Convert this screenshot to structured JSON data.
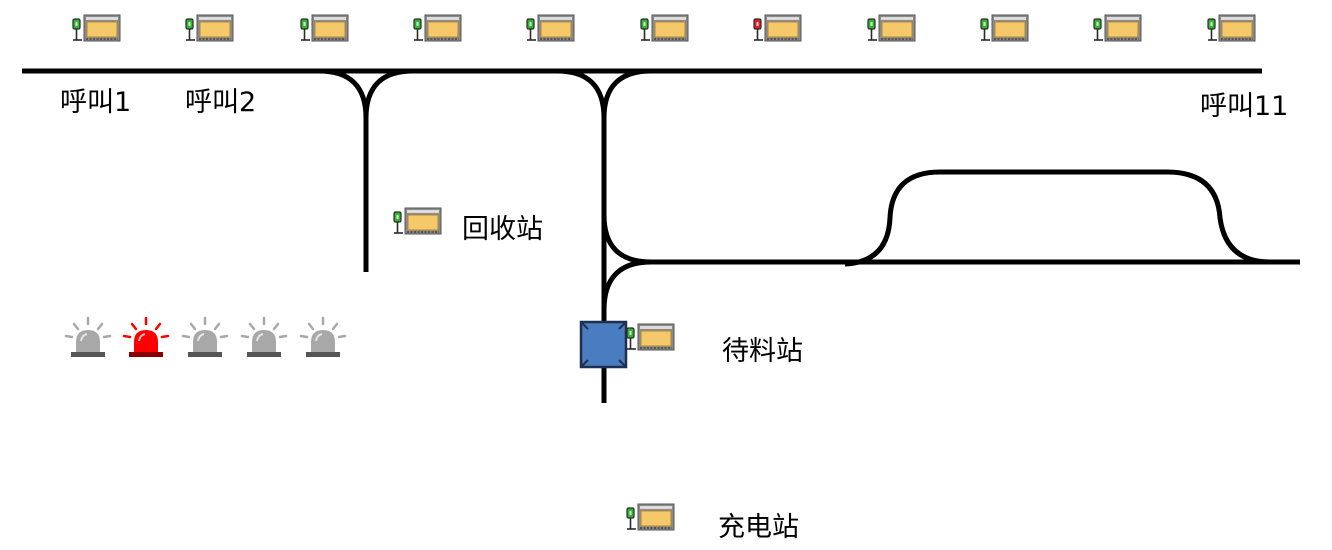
{
  "calls": {
    "stations": [
      {
        "label": "呼叫1",
        "signal": "green"
      },
      {
        "label": "呼叫2",
        "signal": "green"
      },
      {
        "label": "",
        "signal": "green"
      },
      {
        "label": "",
        "signal": "green"
      },
      {
        "label": "",
        "signal": "green"
      },
      {
        "label": "",
        "signal": "green"
      },
      {
        "label": "",
        "signal": "red"
      },
      {
        "label": "",
        "signal": "green"
      },
      {
        "label": "",
        "signal": "green"
      },
      {
        "label": "",
        "signal": "green"
      },
      {
        "label": "呼叫11",
        "signal": "green"
      }
    ]
  },
  "stations": {
    "recycle": {
      "label": "回收站",
      "signal": "green"
    },
    "waiting": {
      "label": "待料站",
      "signal": "green"
    },
    "charging": {
      "label": "充电站",
      "signal": "green"
    }
  },
  "alarms": [
    {
      "state": "off"
    },
    {
      "state": "on"
    },
    {
      "state": "off"
    },
    {
      "state": "off"
    },
    {
      "state": "off"
    }
  ],
  "agv": {
    "name": "agv-vehicle"
  },
  "colors": {
    "signal_green": "#2fb52f",
    "signal_red": "#e02020",
    "station_fill": "#f5c86a",
    "station_frame": "#8a8a8a",
    "alarm_on": "#ff0000",
    "alarm_off": "#a8a8a8",
    "agv_fill": "#4a7cc0",
    "track": "#000000"
  }
}
